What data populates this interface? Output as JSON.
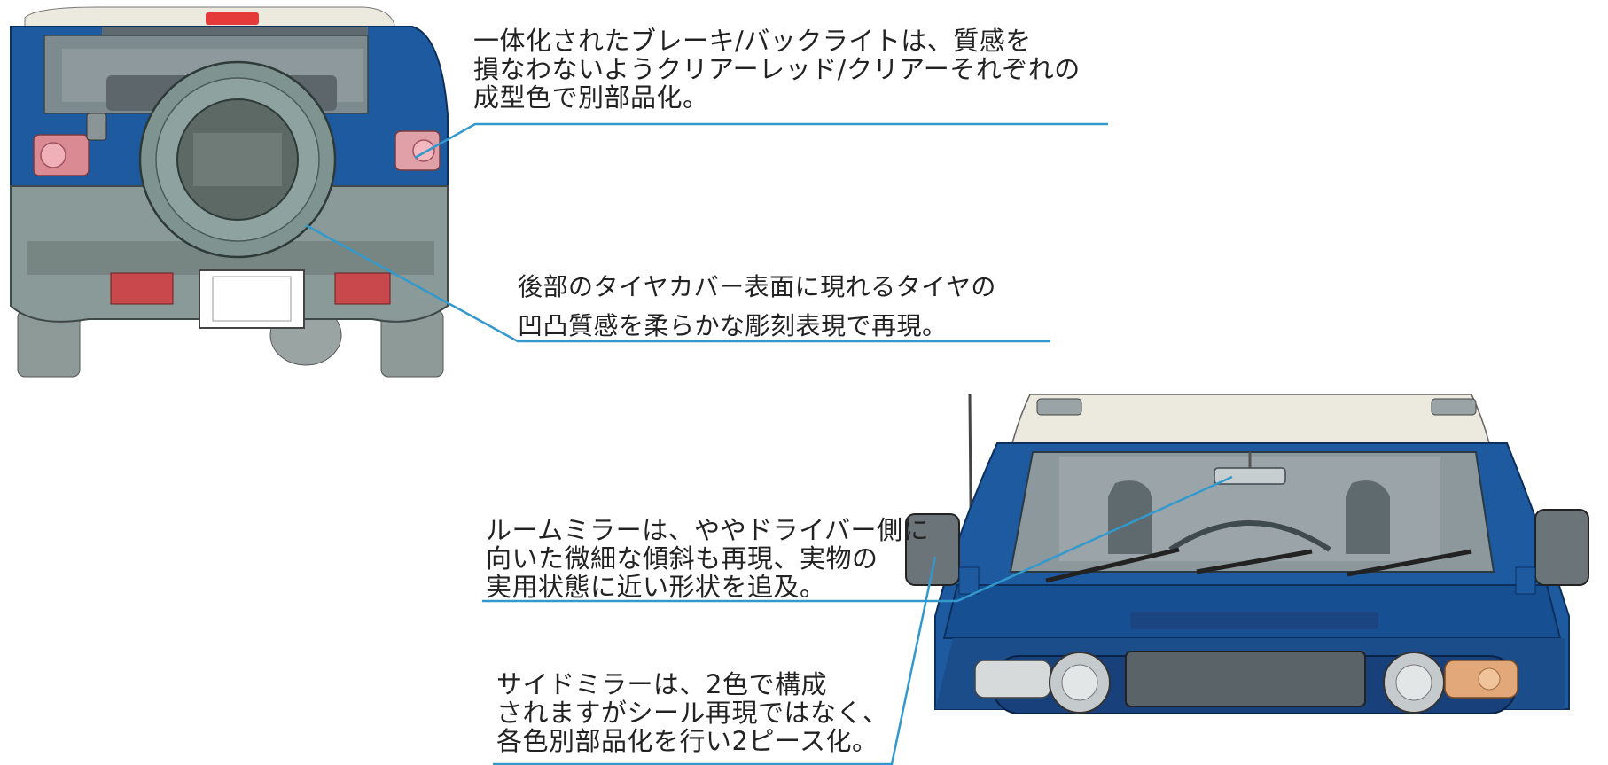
{
  "annotations": {
    "brake_light": "一体化されたブレーキ/バックライトは、質感を\n損なわないようクリアーレッド/クリアーそれぞれの\n成型色で別部品化。",
    "tire_cover": "後部のタイヤカバー表面に現れるタイヤの\n凹凸質感を柔らかな彫刻表現で再現。",
    "room_mirror": "ルームミラーは、ややドライバー側に\n向いた微細な傾斜も再現、実物の\n実用状態に近い形状を追及。",
    "side_mirror": "サイドミラーは、2色で構成\nされますがシール再現ではなく、\n各色別部品化を行い2ピース化。"
  },
  "colors": {
    "leader_line": "#3399cc",
    "body_blue": "#1e5aa0",
    "body_gray": "#8a9a98",
    "roof_white": "#ece9df",
    "tail_light": "#e8a0a8",
    "turn_signal": "#e3a87a"
  }
}
